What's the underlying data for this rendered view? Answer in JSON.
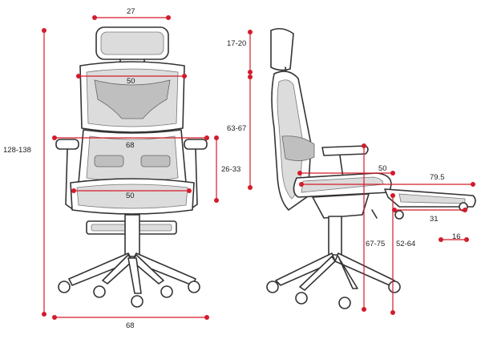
{
  "colors": {
    "dimension": "#d31b2b",
    "outline": "#333333",
    "mesh": "#dcdcdc"
  },
  "front_view": {
    "headrest_width": "27",
    "backrest_width": "50",
    "armrest_span": "68",
    "seat_width": "50",
    "total_height": "128-138",
    "armrest_height": "26-33",
    "base_width": "68"
  },
  "side_view": {
    "headrest_adjust": "17-20",
    "backrest_height": "63-67",
    "seat_depth": "50",
    "footrest_length": "79.5",
    "footrest_depth": "31",
    "footrest_extra": "16",
    "seat_height": "67-75",
    "arm_height_floor": "52-64"
  }
}
